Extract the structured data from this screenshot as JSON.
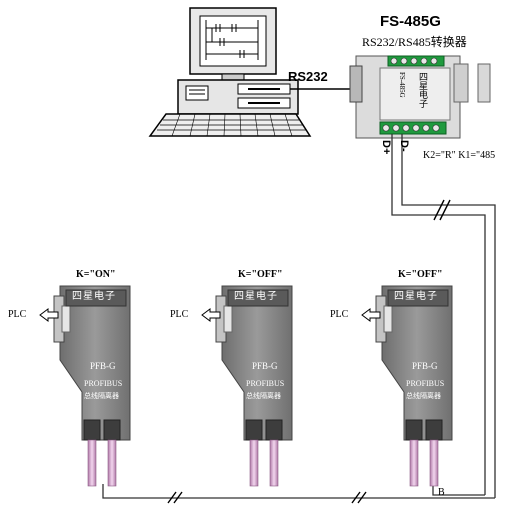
{
  "converter": {
    "title": "FS-485G",
    "subtitle": "RS232/RS485转换器",
    "panel_model": "FS-485G",
    "panel_brand": "四星电子",
    "d_plus": "D+",
    "d_minus": "D-",
    "jumper_note": "K2=\"R\"  K1=\"485"
  },
  "pc": {
    "port_label": "RS232"
  },
  "nodes": [
    {
      "switch_label": "K=\"ON\"",
      "brand": "四星电子",
      "model": "PFB-G",
      "bus": "PROFIBUS",
      "desc": "总线隔离器",
      "plc_label": "PLC"
    },
    {
      "switch_label": "K=\"OFF\"",
      "brand": "四星电子",
      "model": "PFB-G",
      "bus": "PROFIBUS",
      "desc": "总线隔离器",
      "plc_label": "PLC"
    },
    {
      "switch_label": "K=\"OFF\"",
      "brand": "四星电子",
      "model": "PFB-G",
      "bus": "PROFIBUS",
      "desc": "总线隔离器",
      "plc_label": "PLC"
    }
  ],
  "bus_b_label": "B"
}
